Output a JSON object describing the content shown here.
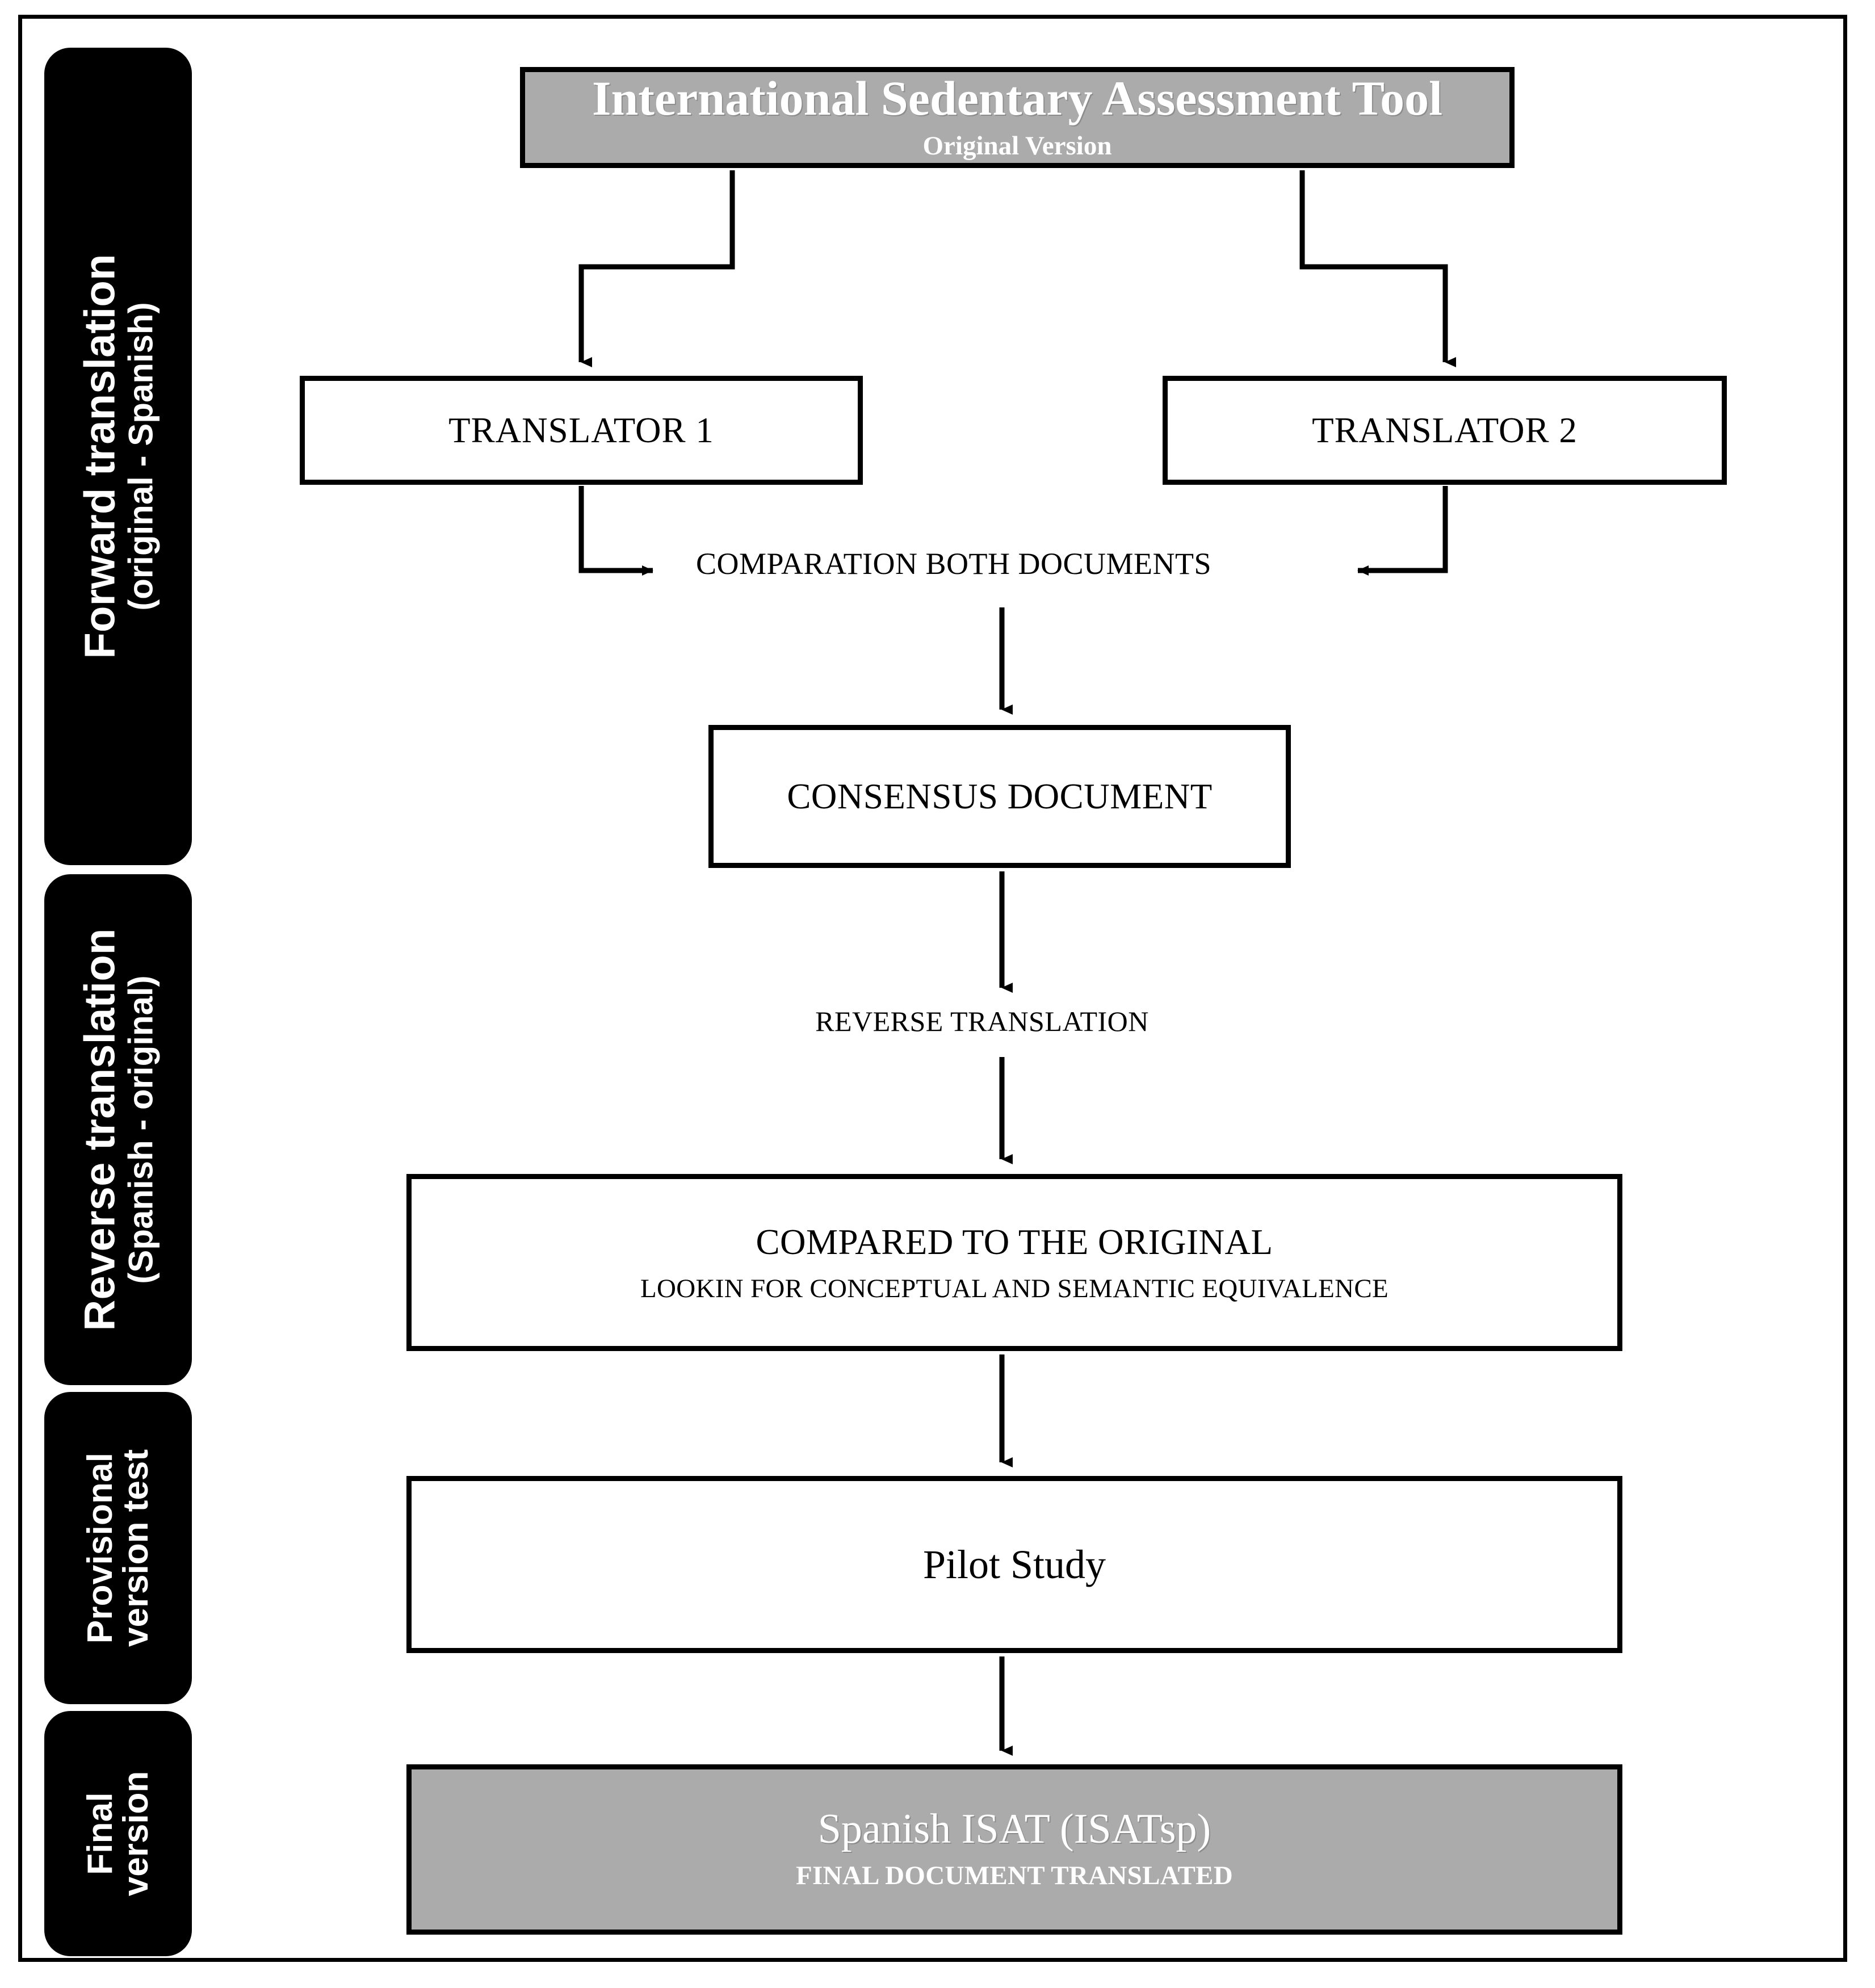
{
  "figure": {
    "title": "ISAT Spanish translation and cross-cultural adaptation flowchart",
    "colors": {
      "shaded_fill": "#ababab",
      "stage_rail_fill": "#000000",
      "line": "#000000",
      "page": "#ffffff"
    }
  },
  "stages": [
    {
      "id": "forward-translation",
      "title": "Forward translation",
      "subtitle": "(original - Spanish)"
    },
    {
      "id": "reverse-translation",
      "title": "Reverse translation",
      "subtitle": "(Spanish - original)"
    },
    {
      "id": "provisional-version-test",
      "title": "Provisional",
      "subtitle": "version test"
    },
    {
      "id": "final-version",
      "title": "Final",
      "subtitle": "version"
    }
  ],
  "nodes": {
    "isat": {
      "title": "International Sedentary Assessment Tool",
      "subtitle": "Original Version"
    },
    "translator_1": {
      "title": "TRANSLATOR 1"
    },
    "translator_2": {
      "title": "TRANSLATOR 2"
    },
    "consensus": {
      "title": "CONSENSUS DOCUMENT"
    },
    "compared": {
      "title": "COMPARED TO THE ORIGINAL",
      "subtitle": "LOOKIN FOR CONCEPTUAL AND SEMANTIC EQUIVALENCE"
    },
    "pilot": {
      "title": "Pilot Study"
    },
    "final": {
      "title": "Spanish ISAT (ISATsp)",
      "subtitle": "FINAL DOCUMENT TRANSLATED"
    }
  },
  "edge_labels": {
    "comparation": "COMPARATION BOTH DOCUMENTS",
    "reverse_translation": "REVERSE TRANSLATION"
  },
  "chart_data": {
    "type": "diagram",
    "title": "ISAT Spanish translation process",
    "nodes": [
      {
        "id": "isat",
        "label": "International Sedentary Assessment Tool",
        "sublabel": "Original Version",
        "style": "shaded",
        "stage": "forward-translation"
      },
      {
        "id": "translator_1",
        "label": "TRANSLATOR 1",
        "style": "outlined",
        "stage": "forward-translation"
      },
      {
        "id": "translator_2",
        "label": "TRANSLATOR 2",
        "style": "outlined",
        "stage": "forward-translation"
      },
      {
        "id": "consensus",
        "label": "CONSENSUS DOCUMENT",
        "style": "outlined",
        "stage": "forward-translation"
      },
      {
        "id": "compared",
        "label": "COMPARED TO THE ORIGINAL",
        "sublabel": "LOOKIN FOR CONCEPTUAL AND SEMANTIC EQUIVALENCE",
        "style": "outlined",
        "stage": "reverse-translation"
      },
      {
        "id": "pilot",
        "label": "Pilot Study",
        "style": "outlined",
        "stage": "provisional-version-test"
      },
      {
        "id": "final",
        "label": "Spanish ISAT (ISATsp)",
        "sublabel": "FINAL DOCUMENT TRANSLATED",
        "style": "shaded",
        "stage": "final-version"
      }
    ],
    "edges": [
      {
        "from": "isat",
        "to": "translator_1",
        "label": ""
      },
      {
        "from": "isat",
        "to": "translator_2",
        "label": ""
      },
      {
        "from": "translator_1",
        "to": "consensus",
        "label": "COMPARATION BOTH DOCUMENTS"
      },
      {
        "from": "translator_2",
        "to": "consensus",
        "label": "COMPARATION BOTH DOCUMENTS"
      },
      {
        "from": "consensus",
        "to": "compared",
        "label": "REVERSE TRANSLATION"
      },
      {
        "from": "compared",
        "to": "pilot",
        "label": ""
      },
      {
        "from": "pilot",
        "to": "final",
        "label": ""
      }
    ]
  }
}
